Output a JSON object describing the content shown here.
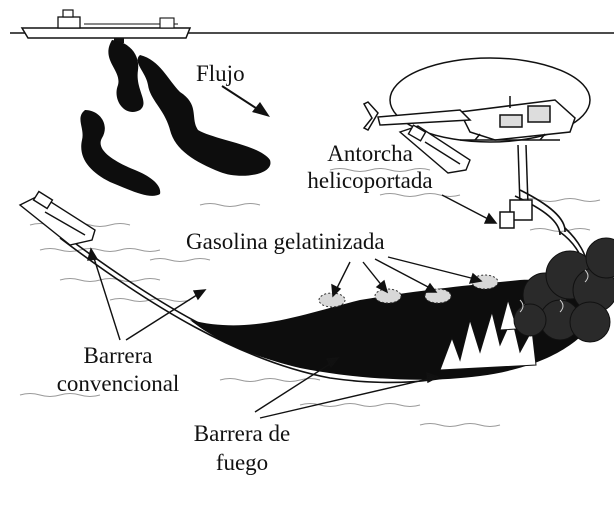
{
  "labels": {
    "flow": "Flujo",
    "torch_line1": "Antorcha",
    "torch_line2": "helicoportada",
    "gelled_gasoline": "Gasolina gelatinizada",
    "conventional_boom_line1": "Barrera",
    "conventional_boom_line2": "convencional",
    "fire_boom_line1": "Barrera de",
    "fire_boom_line2": "fuego"
  },
  "colors": {
    "oil": "#0d0d0d",
    "ink": "#111111",
    "water_lines": "#9a9a9a",
    "gel_pads": "#d8d8d8",
    "smoke": "#2a2a2a",
    "background": "#ffffff"
  },
  "icons": [
    "tanker-ship-icon",
    "helicopter-icon",
    "tug-boat-icon",
    "fire-icon",
    "smoke-cloud-icon"
  ]
}
